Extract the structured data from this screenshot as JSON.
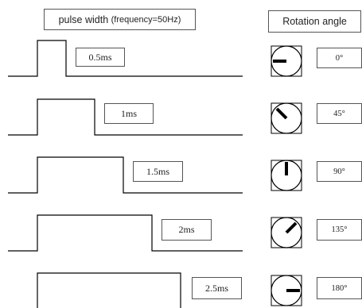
{
  "header": {
    "pulse_width_label": "pulse width",
    "frequency_note": "(frequency=50Hz)",
    "rotation_label": "Rotation angle"
  },
  "rows": [
    {
      "pulse_width": "0.5ms",
      "angle_label": "0°",
      "duration_ms": 0.5,
      "angle_deg": 0
    },
    {
      "pulse_width": "1ms",
      "angle_label": "45°",
      "duration_ms": 1.0,
      "angle_deg": 45
    },
    {
      "pulse_width": "1.5ms",
      "angle_label": "90°",
      "duration_ms": 1.5,
      "angle_deg": 90
    },
    {
      "pulse_width": "2ms",
      "angle_label": "135°",
      "duration_ms": 2.0,
      "angle_deg": 135
    },
    {
      "pulse_width": "2.5ms",
      "angle_label": "180°",
      "duration_ms": 2.5,
      "angle_deg": 180
    }
  ],
  "colors": {
    "line": "#000000",
    "box_border": "#555555",
    "text": "#222222"
  }
}
